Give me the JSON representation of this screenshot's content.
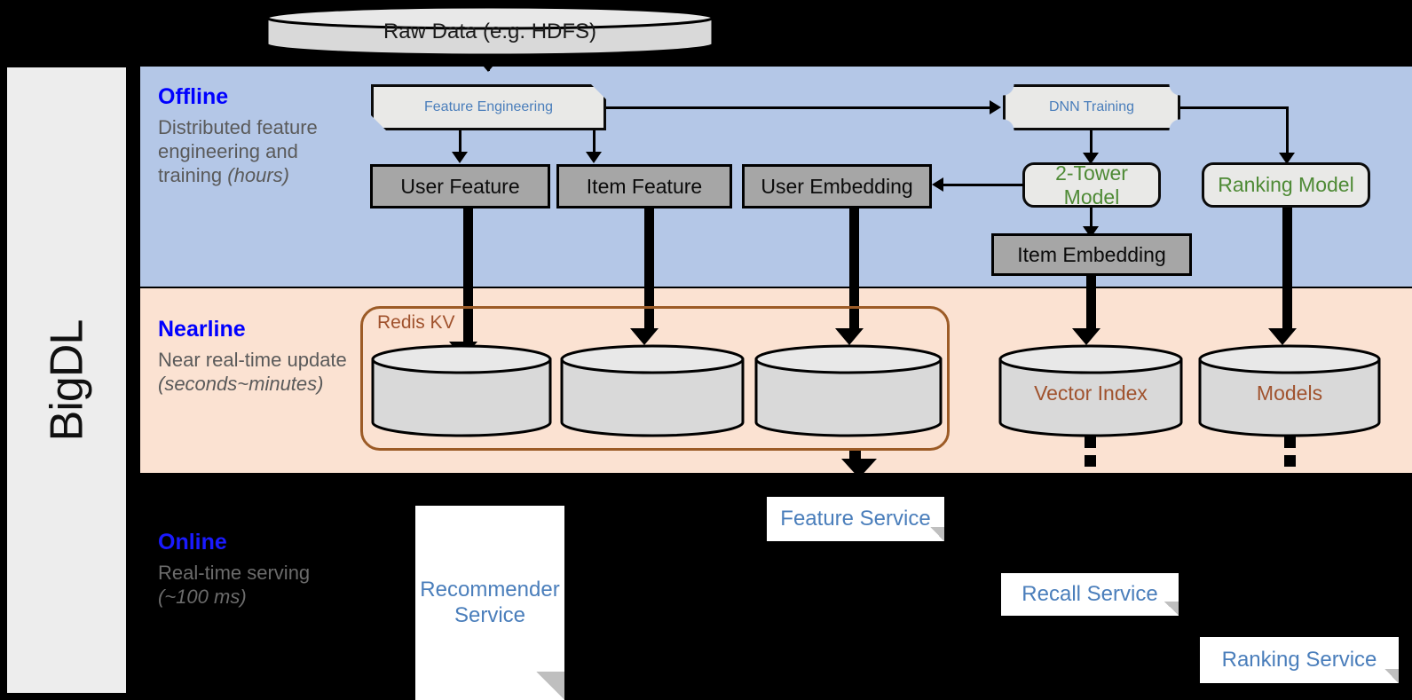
{
  "sidebar": {
    "label": "BigDL"
  },
  "bands": {
    "offline": {
      "title": "Offline",
      "desc_line1": "Distributed feature engineering and training ",
      "desc_italic": "(hours)",
      "bg": "#b4c7e7"
    },
    "nearline": {
      "title": "Nearline",
      "desc_line1": "Near real-time update ",
      "desc_italic": "(seconds~minutes)",
      "bg": "#fbe2d2"
    },
    "online": {
      "title": "Online",
      "desc_line1": "Real-time serving ",
      "desc_italic": "(~100 ms)",
      "bg": "#000000"
    }
  },
  "nodes": {
    "raw_data": "Raw Data (e.g. HDFS)",
    "feature_engineering": "Feature Engineering",
    "dnn_training": "DNN Training",
    "user_feature": "User Feature",
    "item_feature": "Item Feature",
    "user_embedding": "User Embedding",
    "two_tower_model": "2-Tower Model",
    "ranking_model": "Ranking Model",
    "item_embedding": "Item Embedding",
    "redis_kv": "Redis KV",
    "vector_index": "Vector Index",
    "models": "Models",
    "recommender_service": "Recommender Service",
    "feature_service": "Feature Service",
    "recall_service": "Recall Service",
    "ranking_service": "Ranking Service"
  },
  "colors": {
    "blue_text": "#4a7ebb",
    "green_text": "#4e8a35",
    "brown_text": "#a0522d",
    "band_title": "#0000ff",
    "band_desc": "#5a5a5a",
    "gray_box": "#a6a6a6",
    "lite_box": "#e9e9e7",
    "offline_bg": "#b4c7e7",
    "nearline_bg": "#fbe2d2",
    "sidebar_bg": "#ededed"
  }
}
